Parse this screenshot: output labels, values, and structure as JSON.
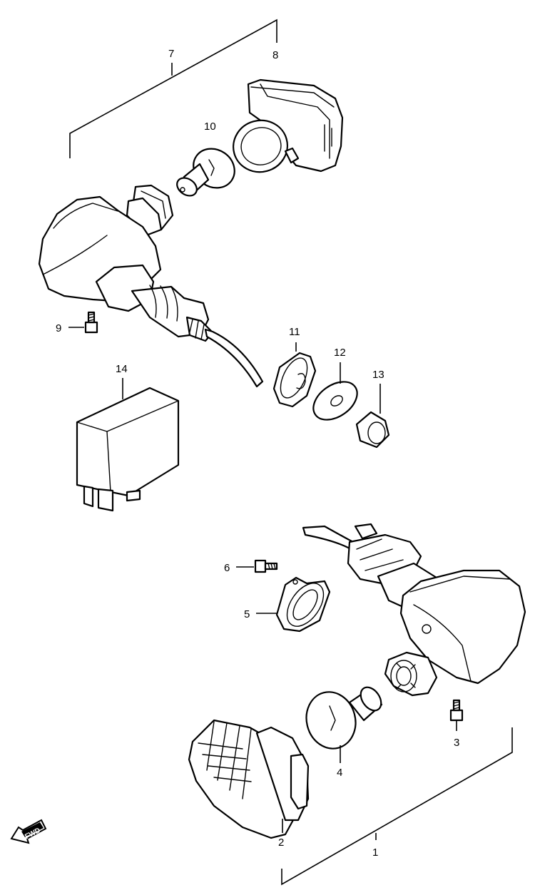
{
  "callouts": {
    "p1": "1",
    "p2": "2",
    "p3": "3",
    "p4": "4",
    "p5": "5",
    "p6": "6",
    "p7": "7",
    "p8": "8",
    "p9": "9",
    "p10": "10",
    "p11": "11",
    "p12": "12",
    "p13": "13",
    "p14": "14"
  },
  "direction_badge": "FWD"
}
